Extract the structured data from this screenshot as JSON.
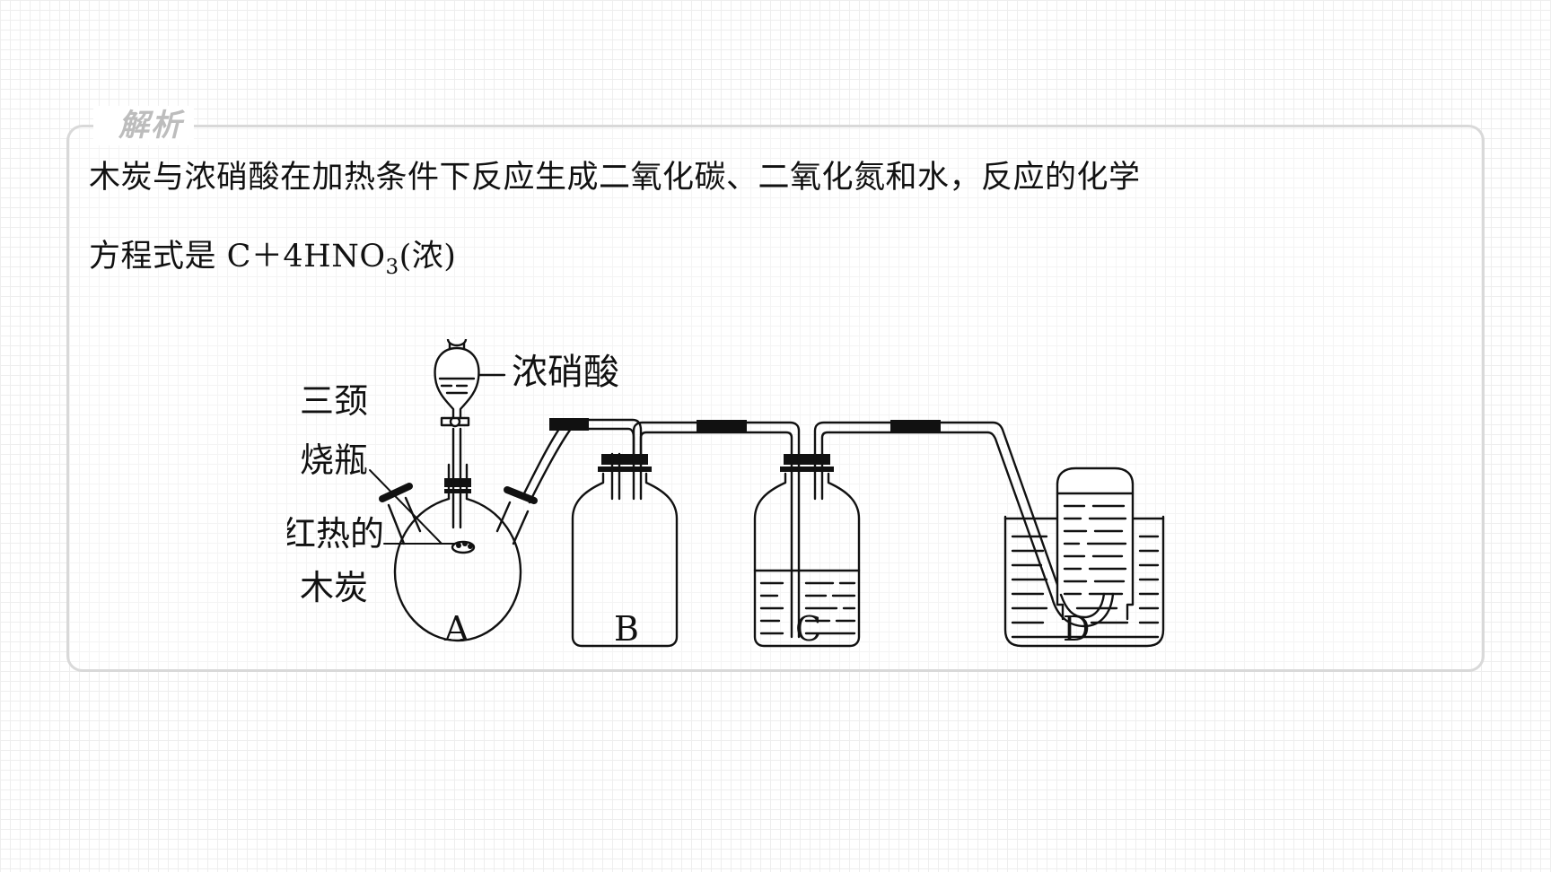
{
  "section": {
    "tag": "解析"
  },
  "text": {
    "line1": "木炭与浓硝酸在加热条件下反应生成二氧化碳、二氧化氮和水，反应的化学",
    "line2_prefix": "方程式是 C＋4HNO",
    "line2_sub": "3",
    "line2_suffix": "(浓)"
  },
  "figure": {
    "labels": {
      "funnel_content": "浓硝酸",
      "flask_line1": "三颈",
      "flask_line2": "烧瓶",
      "charcoal_line1": "红热的",
      "charcoal_line2": "木炭"
    },
    "apparatus": {
      "a": "A",
      "b": "B",
      "c": "C",
      "d": "D"
    }
  }
}
